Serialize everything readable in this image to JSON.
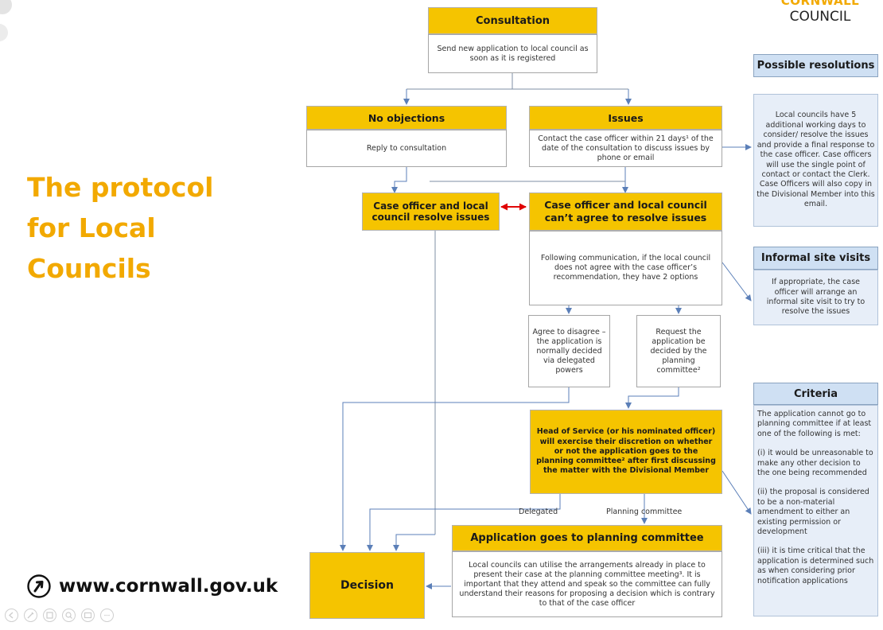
{
  "slide": {
    "title_lines": [
      "The protocol",
      "for Local",
      "Councils"
    ],
    "website": "www.cornwall.gov.uk",
    "logo": {
      "line1": "CORNWALL",
      "line2": "COUNCIL"
    },
    "icons": [
      "arrow-circle-icon"
    ],
    "colors": {
      "title": "#f2a900",
      "box_yellow": "#f5c400",
      "side_header": "#cfe0f3",
      "side_body": "#e7eef8",
      "arrow": "#5b7fb8",
      "double_arrow": "#e00000"
    }
  },
  "flow": {
    "consultation": {
      "title": "Consultation",
      "body": "Send new application to local council as soon as it is registered"
    },
    "no_objections": {
      "title": "No objections",
      "body": "Reply to consultation"
    },
    "issues": {
      "title": "Issues",
      "body": "Contact the case officer within 21 days¹ of the date of the consultation to discuss issues by phone or email"
    },
    "resolve": {
      "title": "Case officer and local council resolve issues"
    },
    "cant_agree": {
      "title": "Case officer and local council can’t agree to resolve issues",
      "body": "Following communication, if the local council does not agree with the case officer’s recommendation, they have 2 options"
    },
    "agree_disagree": {
      "body": "Agree to disagree – the application is normally decided via delegated powers"
    },
    "request": {
      "body": "Request the application be decided by the planning committee²"
    },
    "head_of_service": {
      "body": "Head of Service (or his nominated officer) will exercise their discretion on whether or not the application goes to the planning committee² after first discussing the matter with the Divisional Member"
    },
    "delegated_label": "Delegated",
    "planning_label": "Planning committee",
    "goes_to_committee": {
      "title": "Application goes to planning committee",
      "body": "Local councils can utilise the arrangements already in place to present their case at the planning committee meeting³. It is important that they attend and speak so the committee can fully understand their reasons for proposing a decision which is contrary to that of the case officer"
    },
    "decision": {
      "title": "Decision"
    }
  },
  "sidebar": {
    "possible_resolutions": {
      "title": "Possible resolutions",
      "body": "Local councils have 5 additional working days to consider/ resolve the issues and provide a final response to the case officer. Case officers will use the single point of contact or contact the Clerk. Case Officers will also copy in the Divisional Member into this email."
    },
    "informal_visits": {
      "title": "Informal site visits",
      "body": "If appropriate, the case officer will arrange an informal site visit to try to resolve the issues"
    },
    "criteria": {
      "title": "Criteria",
      "intro": "The application cannot go to planning committee if at least one of the following is met:",
      "items": [
        "(i) it would be unreasonable to make any other decision to the one being recommended",
        "(ii) the proposal is considered to be a non-material amendment to either an existing permission or development",
        "(iii) it is time critical that the application is determined such as when considering prior notification applications"
      ]
    }
  }
}
